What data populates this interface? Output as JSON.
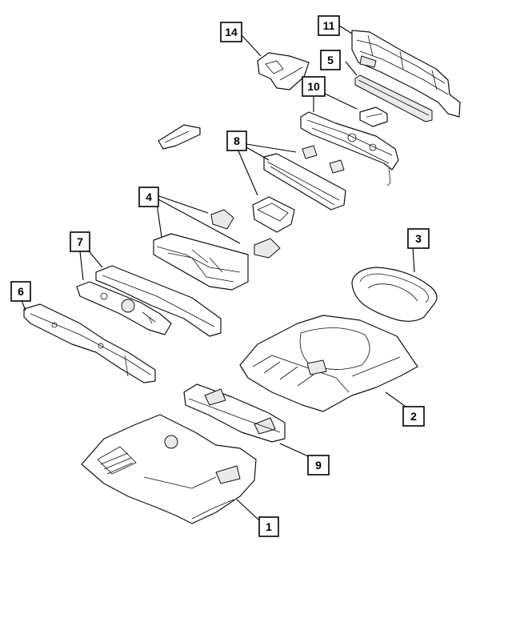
{
  "callouts": [
    {
      "id": "c1",
      "label": "1"
    },
    {
      "id": "c2",
      "label": "2"
    },
    {
      "id": "c3",
      "label": "3"
    },
    {
      "id": "c4",
      "label": "4"
    },
    {
      "id": "c5",
      "label": "5"
    },
    {
      "id": "c6",
      "label": "6"
    },
    {
      "id": "c7",
      "label": "7"
    },
    {
      "id": "c8",
      "label": "8"
    },
    {
      "id": "c9",
      "label": "9"
    },
    {
      "id": "c10",
      "label": "10"
    },
    {
      "id": "c11",
      "label": "11"
    },
    {
      "id": "c14",
      "label": "14"
    }
  ]
}
